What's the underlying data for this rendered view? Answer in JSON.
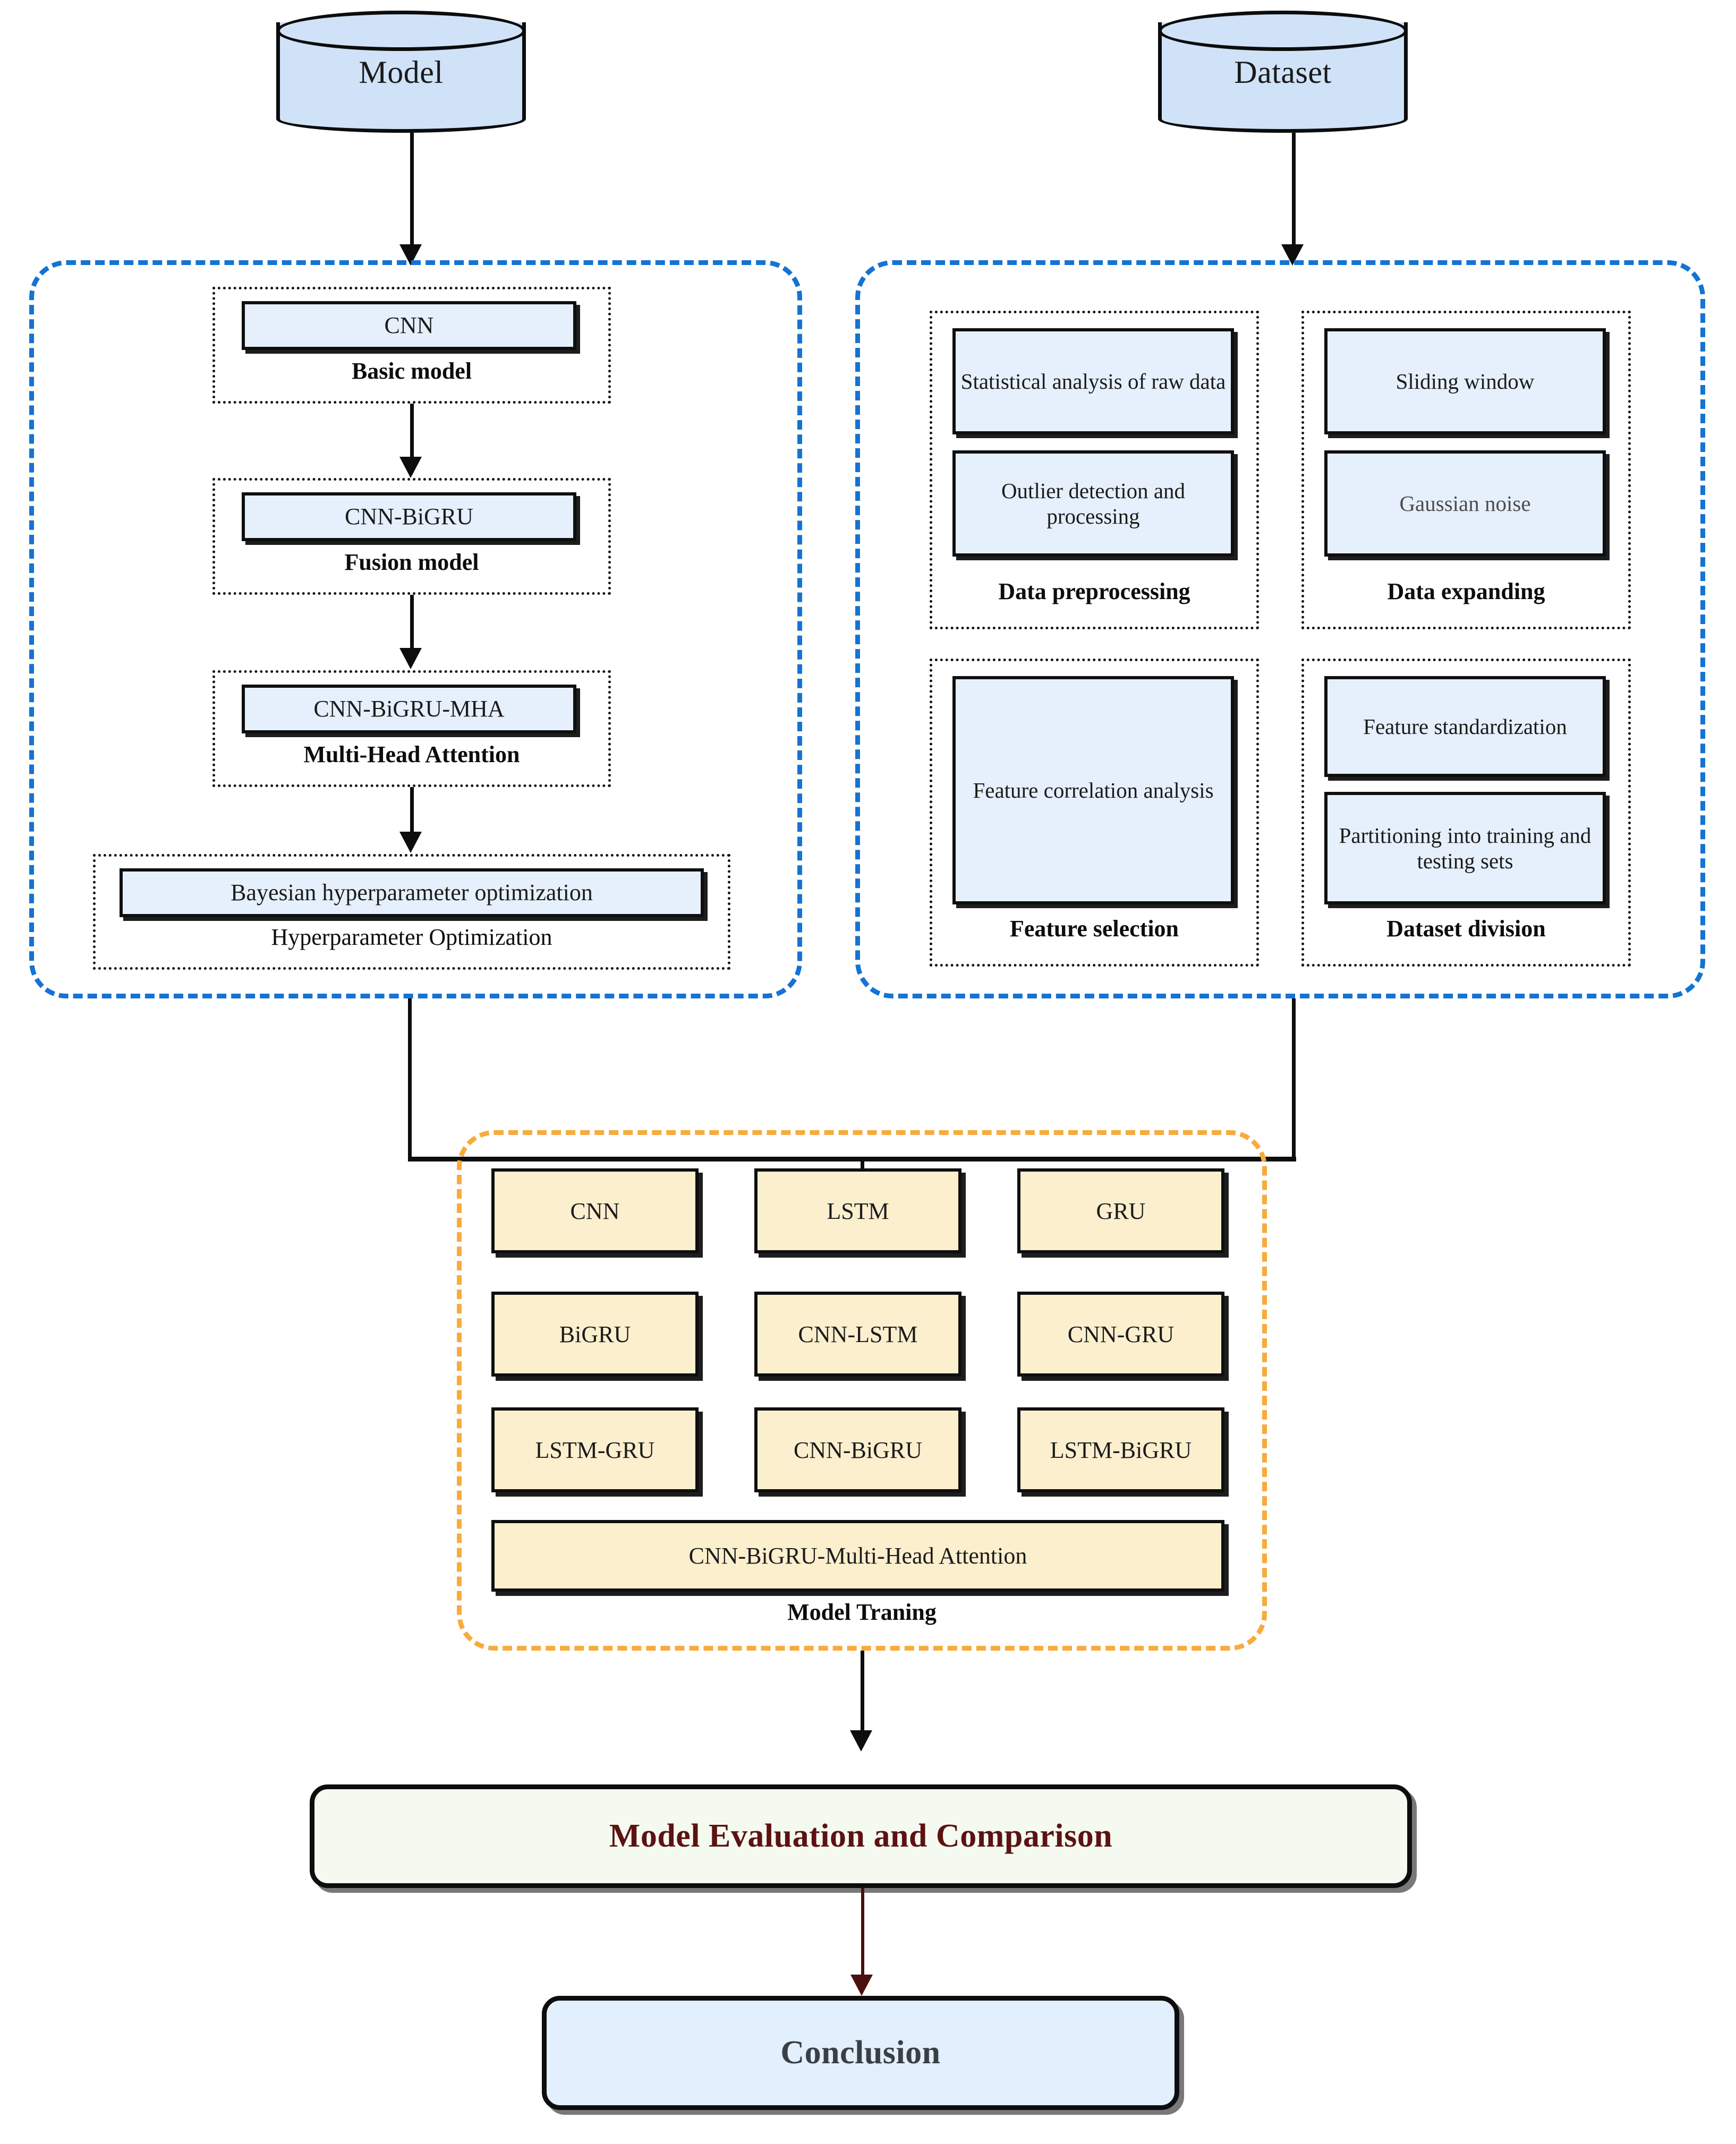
{
  "diagram": {
    "title": "Model and Dataset Experimental Workflow",
    "colors": {
      "node_blue_fill": "#e6f0fc",
      "cylinder_fill": "#cfe2f8",
      "node_cream_fill": "#fcefce",
      "panel_blue_dash": "#1473d3",
      "panel_orange_dash": "#f8ab3c",
      "eval_box_fill": "#f4faf0",
      "eval_text": "#5d1212",
      "conclusion_box_fill": "#e2effc",
      "conclusion_text": "#3a3f45",
      "connector": "#0d0d0d",
      "connector_maroon": "#4a0f0f"
    },
    "sources": {
      "model": "Model",
      "dataset": "Dataset"
    },
    "model_branch": {
      "groups": [
        {
          "node": "CNN",
          "caption": "Basic model",
          "caption_bold": true
        },
        {
          "node": "CNN-BiGRU",
          "caption": "Fusion model",
          "caption_bold": true
        },
        {
          "node": "CNN-BiGRU-MHA",
          "caption": "Multi-Head Attention",
          "caption_bold": true
        },
        {
          "node": "Bayesian hyperparameter optimization",
          "caption": "Hyperparameter Optimization",
          "caption_bold": false
        }
      ]
    },
    "dataset_branch": {
      "groups": [
        {
          "caption": "Data preprocessing",
          "nodes": [
            "Statistical analysis of raw data",
            "Outlier detection and processing"
          ]
        },
        {
          "caption": "Data expanding",
          "nodes": [
            "Sliding window",
            "Gaussian noise"
          ]
        },
        {
          "caption": "Feature selection",
          "nodes": [
            "Feature correlation analysis"
          ]
        },
        {
          "caption": "Dataset division",
          "nodes": [
            "Feature standardization",
            "Partitioning into training and testing sets"
          ]
        }
      ]
    },
    "training": {
      "caption": "Model Traning",
      "grid": [
        [
          "CNN",
          "LSTM",
          "GRU"
        ],
        [
          "BiGRU",
          "CNN-LSTM",
          "CNN-GRU"
        ],
        [
          "LSTM-GRU",
          "CNN-BiGRU",
          "LSTM-BiGRU"
        ]
      ],
      "wide_node": "CNN-BiGRU-Multi-Head Attention"
    },
    "evaluation": "Model Evaluation and Comparison",
    "conclusion": "Conclusion"
  }
}
